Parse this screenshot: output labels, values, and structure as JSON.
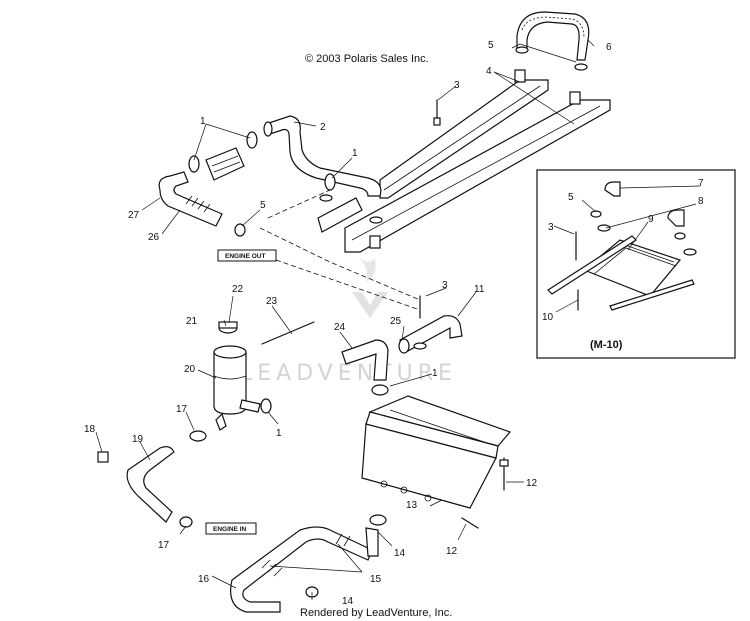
{
  "copyright": "© 2003 Polaris Sales Inc.",
  "rendered_by": "Rendered by LeadVenture, Inc.",
  "watermark": "LEADVENTURE",
  "boxes": {
    "engine_out": "ENGINE OUT",
    "engine_in": "ENGINE IN"
  },
  "inset": {
    "title": "(M-10)"
  },
  "callouts": {
    "c1a": "1",
    "c1b": "1",
    "c1c": "1",
    "c1d": "1",
    "c2": "2",
    "c3a": "3",
    "c3b": "3",
    "c3c": "3",
    "c4": "4",
    "c5a": "5",
    "c5b": "5",
    "c5c": "5",
    "c6": "6",
    "c7": "7",
    "c8": "8",
    "c9": "9",
    "c10": "10",
    "c11": "11",
    "c12a": "12",
    "c12b": "12",
    "c13": "13",
    "c14a": "14",
    "c14b": "14",
    "c15": "15",
    "c16": "16",
    "c17a": "17",
    "c17b": "17",
    "c18": "18",
    "c19": "19",
    "c20": "20",
    "c21": "21",
    "c22": "22",
    "c23": "23",
    "c24": "24",
    "c25": "25",
    "c26": "26",
    "c27": "27"
  }
}
